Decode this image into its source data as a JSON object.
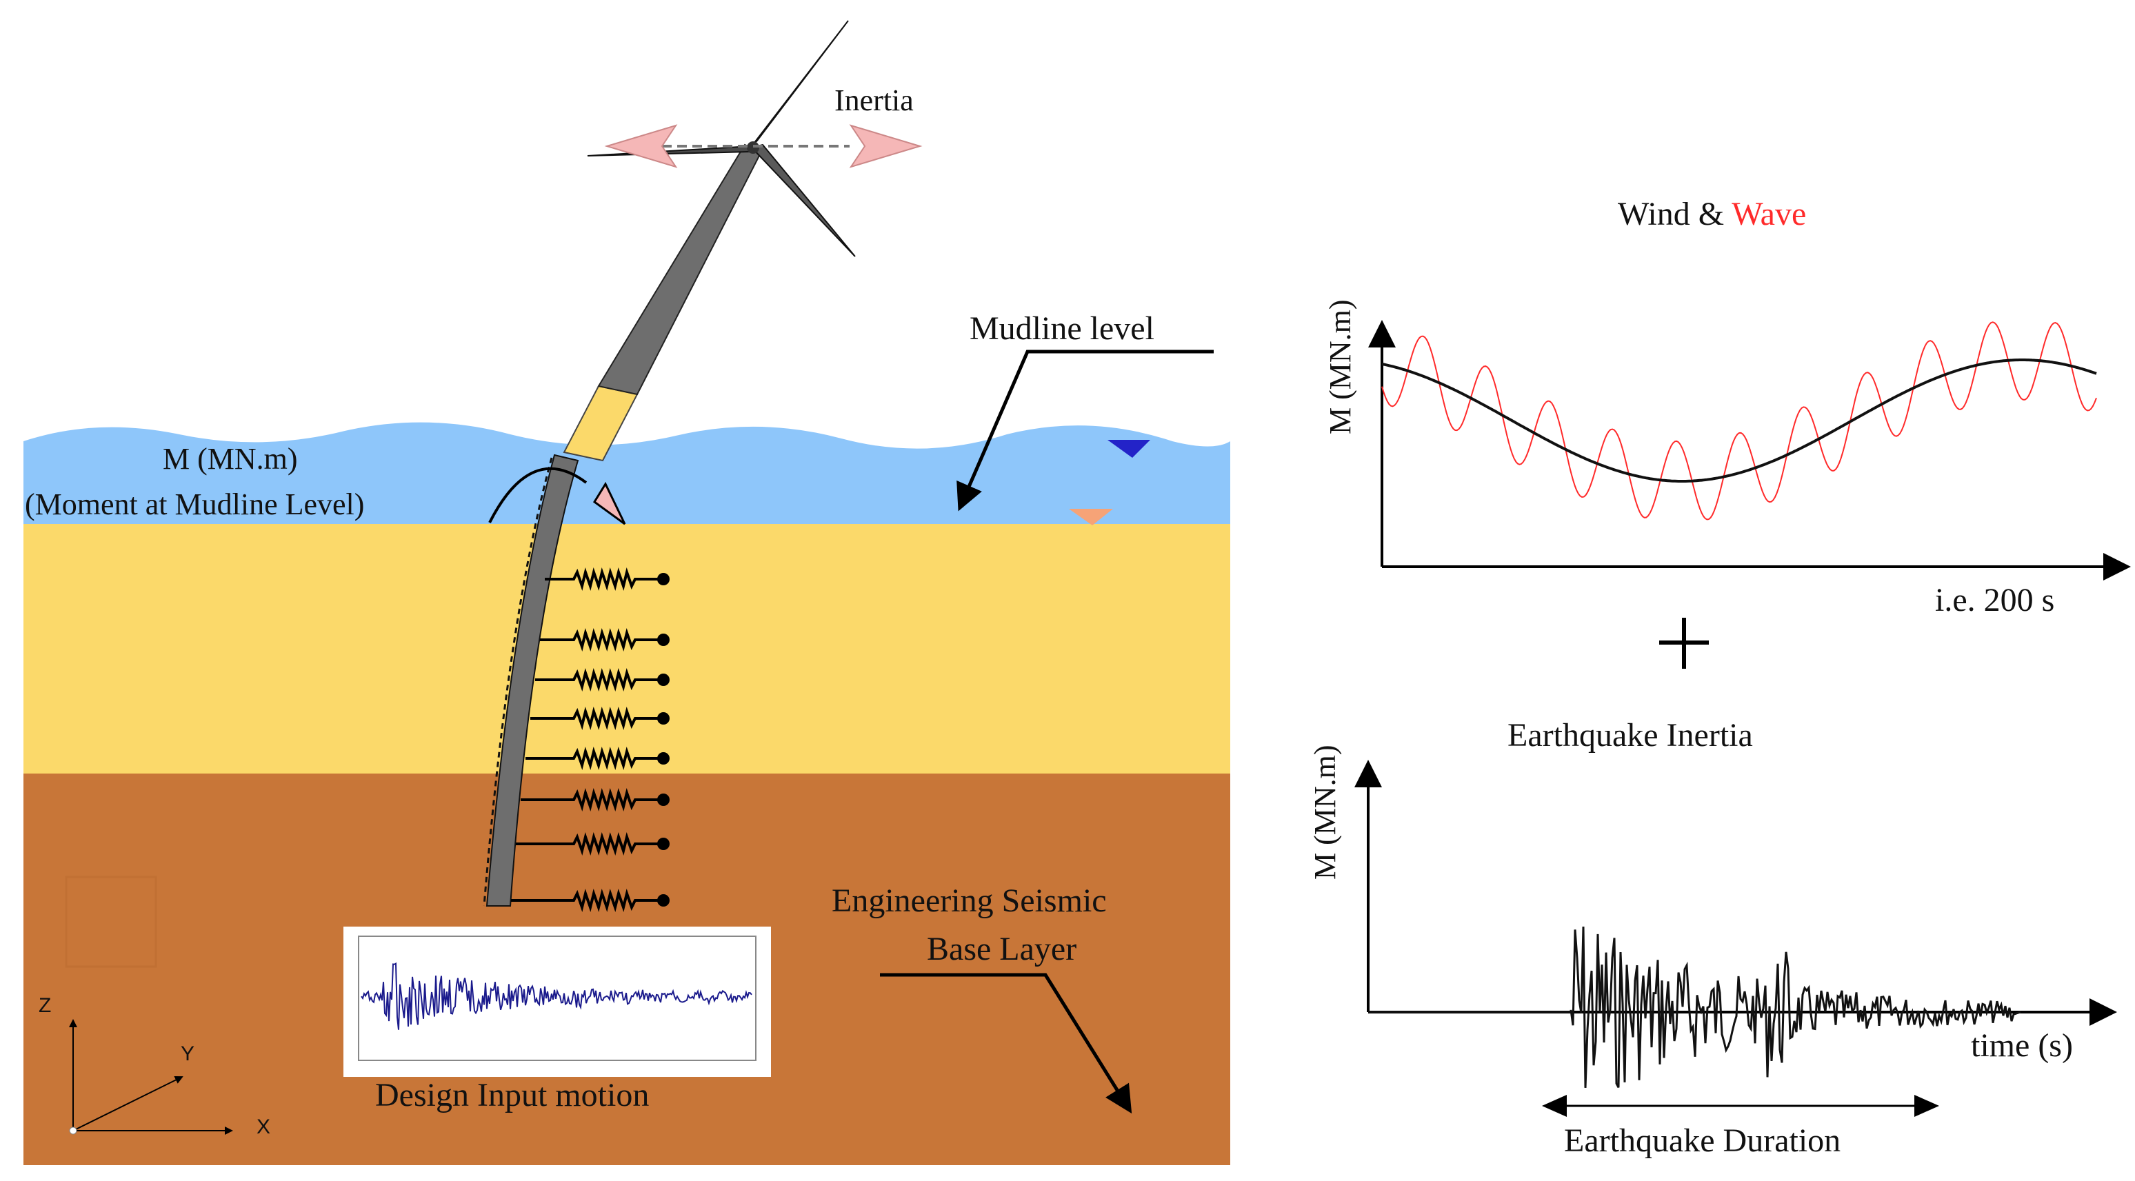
{
  "labels": {
    "inertia": "Inertia",
    "mudline_level": "Mudline level",
    "moment_line1": "M (MN.m)",
    "moment_line2": "(Moment at Mudline Level)",
    "seismic_line1": "Engineering Seismic",
    "seismic_line2": "Base Layer",
    "design_input": "Design Input motion",
    "axis_z": "Z",
    "axis_y": "Y",
    "axis_x": "X"
  },
  "top_chart": {
    "title_part1": "Wind & ",
    "title_part2": "Wave",
    "ylabel": "M (MN.m)",
    "xlabel": "i.e. 200 s"
  },
  "plus_sign": "+",
  "bottom_chart": {
    "title": "Earthquake Inertia",
    "ylabel": "M (MN.m)",
    "xlabel": "time (s)",
    "duration_label": "Earthquake Duration"
  },
  "colors": {
    "sky": "#ffffff",
    "water": "#8ec6fa",
    "sand": "#fbd96a",
    "clay": "#c87638",
    "tower": "#6e6e6e",
    "arrow_pink": "#f5b7b7",
    "wave_red": "#ff2a2a",
    "seismic_blue": "#1a1a8c"
  }
}
